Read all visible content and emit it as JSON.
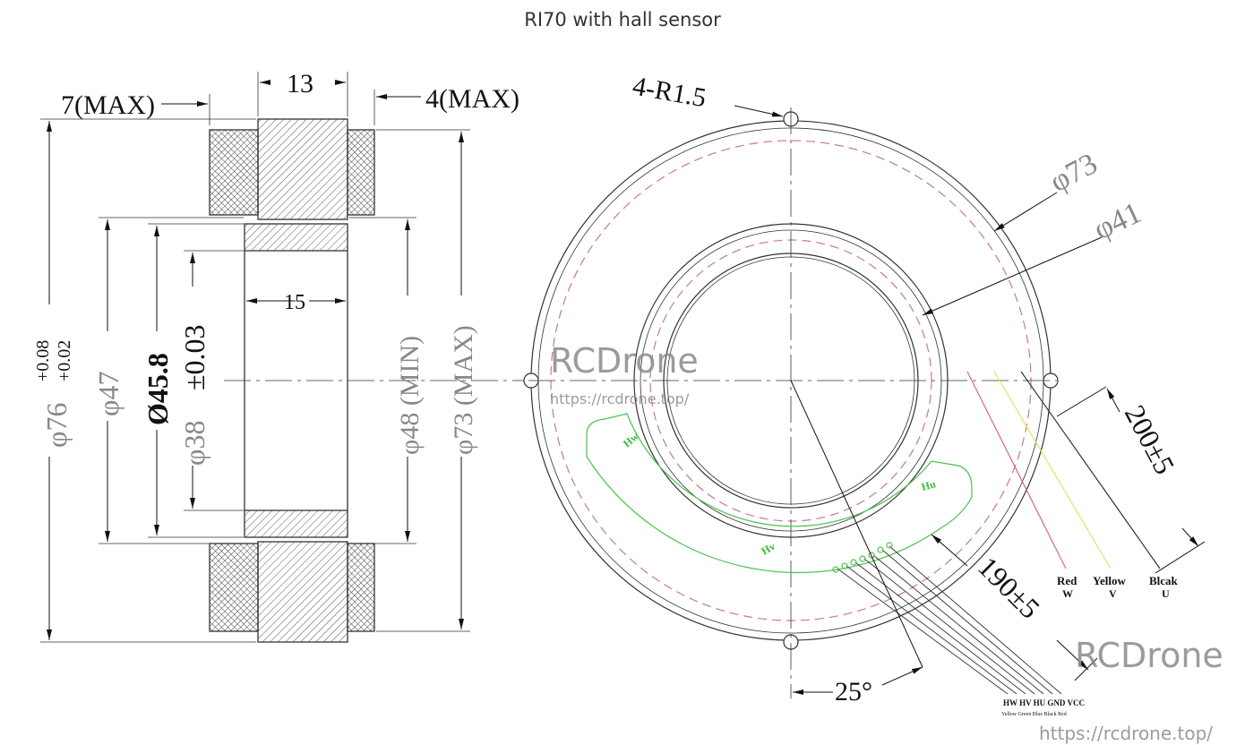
{
  "title": "RI70 with hall sensor",
  "side_view": {
    "dim_13": "13",
    "dim_7max": "7(MAX)",
    "dim_4max": "4(MAX)",
    "dim_15": "15",
    "dim_76": "φ76",
    "dim_76_tol_upper": "+0.08",
    "dim_76_tol_lower": "+0.02",
    "dim_47": "φ47",
    "dim_45_8": "Ø45.8",
    "dim_38": "φ38",
    "dim_38_tol": "±0.03",
    "dim_48min": "φ48 (MIN)",
    "dim_73max": "φ73 (MAX)"
  },
  "front_view": {
    "dim_r": "4-R1.5",
    "dim_73": "φ73",
    "dim_41": "φ41",
    "dim_200": "200±5",
    "dim_190": "190±5",
    "dim_25": "25°",
    "hall_labels": [
      "Hw",
      "Hv",
      "Hu"
    ],
    "phase_wires": [
      {
        "color_name": "Red",
        "phase": "W",
        "color": "#d86a7a"
      },
      {
        "color_name": "Yellow",
        "phase": "V",
        "color": "#e8e060"
      },
      {
        "color_name": "Blcak",
        "phase": "U",
        "color": "#333333"
      }
    ],
    "signal_wire_labels": "HW HV HU GND VCC",
    "signal_wire_colors": "Yellow Green Blue Black Red"
  },
  "watermark": {
    "brand": "RCDrone",
    "url": "https://rcdrone.top/"
  },
  "colors": {
    "line": "#333333",
    "dashed": "#c77a8a",
    "hall": "#4cc24c",
    "watermark": "#8a8a8a"
  }
}
